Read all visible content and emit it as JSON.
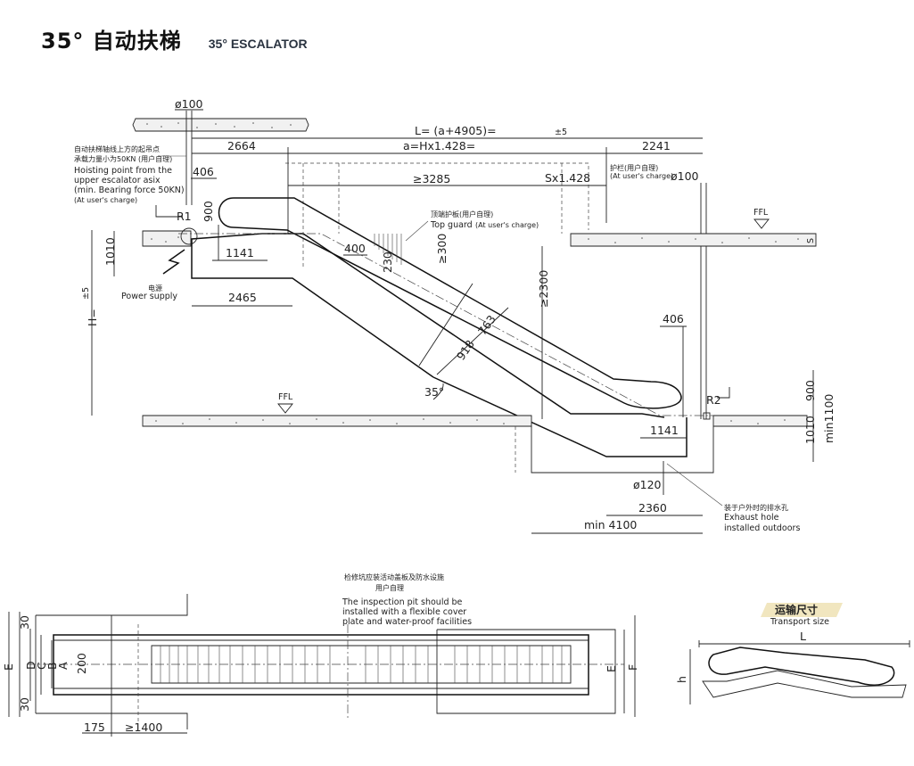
{
  "header": {
    "title_cn": "35° 自动扶梯",
    "title_en": "35° ESCALATOR"
  },
  "side_view": {
    "dia_100_top": "ø100",
    "length_formula": "L= (a+4905)=",
    "length_tol": "±5",
    "a_formula": "a=Hx1.428=",
    "dim_2664": "2664",
    "dim_2241": "2241",
    "dim_406_left": "406",
    "dim_3285": "≥3285",
    "s_formula": "Sx1.428",
    "railing_cn": "护栏(用户自理)",
    "railing_en": "(At user's charge)",
    "dia_100_right": "ø100",
    "ffl_top": "FFL",
    "s_label": "S",
    "hoist_cn_1": "自动扶梯轴线上方的起吊点",
    "hoist_cn_2": "承载力量小为50KN (用户自理)",
    "hoist_en_1": "Hoisting point from the",
    "hoist_en_2": "upper escalator asix",
    "hoist_en_3": "(min. Bearing force 50KN)",
    "hoist_en_4": "(At user's charge)",
    "r1": "R1",
    "dim_900_left": "900",
    "dim_1010_left": "1010",
    "dim_1141_left": "1141",
    "top_guard_cn": "顶端护板(用户自理)",
    "top_guard_en": "Top guard",
    "top_guard_charge": "(At user's charge)",
    "dim_400": "400",
    "dim_230": "230",
    "dim_300": "≥300",
    "power_cn": "电源",
    "power_en": "Power supply",
    "dim_2465": "2465",
    "h_label": "H=",
    "h_tol": "±5",
    "dim_2300": "≥2300",
    "dim_763": "763",
    "dim_918": "918",
    "angle": "35°",
    "ffl_bottom": "FFL",
    "dim_406_right": "406",
    "r2": "R2",
    "dim_900_right": "900",
    "dim_1010_right": "1010",
    "dim_1100_right": "min1100",
    "dim_1141_right": "1141",
    "dia_120": "ø120",
    "dim_2360": "2360",
    "dim_4100": "min 4100",
    "exhaust_cn": "装于户外时的排水孔",
    "exhaust_en_1": "Exhaust hole",
    "exhaust_en_2": "installed outdoors"
  },
  "plan_view": {
    "pit_cn_1": "检修坑应装活动盖板及防水设施",
    "pit_cn_2": "用户自理",
    "pit_en_1": "The inspection pit should be",
    "pit_en_2": "installed with a flexible cover",
    "pit_en_3": "plate and water-proof facilities",
    "dim_30_top": "30",
    "dim_30_bottom": "30",
    "label_e": "E",
    "label_d": "D",
    "label_c": "C",
    "label_b": "B",
    "label_a": "A",
    "dim_200": "200",
    "label_e_right": "E",
    "label_f_right": "F",
    "dim_175": "175",
    "dim_1400": "≥1400"
  },
  "transport": {
    "title_cn": "运输尺寸",
    "title_en": "Transport size",
    "label_l": "L",
    "label_h": "h"
  }
}
